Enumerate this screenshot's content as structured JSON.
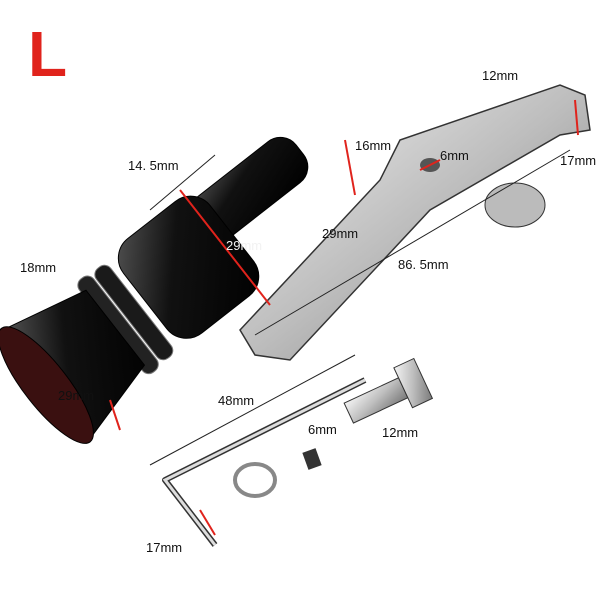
{
  "size_letter": "L",
  "accent_color": "#e0231c",
  "dimensions": {
    "bracket_width": "12mm",
    "nozzle_tip": "16mm",
    "body_top": "14. 5mm",
    "bracket_hole": "6mm",
    "bracket_end": "17mm",
    "body_mid": "29mm",
    "bracket_mid": "29mm",
    "rear_length": "18mm",
    "bracket_length": "86. 5mm",
    "wrench_length": "48mm",
    "mouth_diameter": "29mm",
    "screw_diameter": "6mm",
    "screw_length": "12mm",
    "wrench_short": "17mm"
  }
}
